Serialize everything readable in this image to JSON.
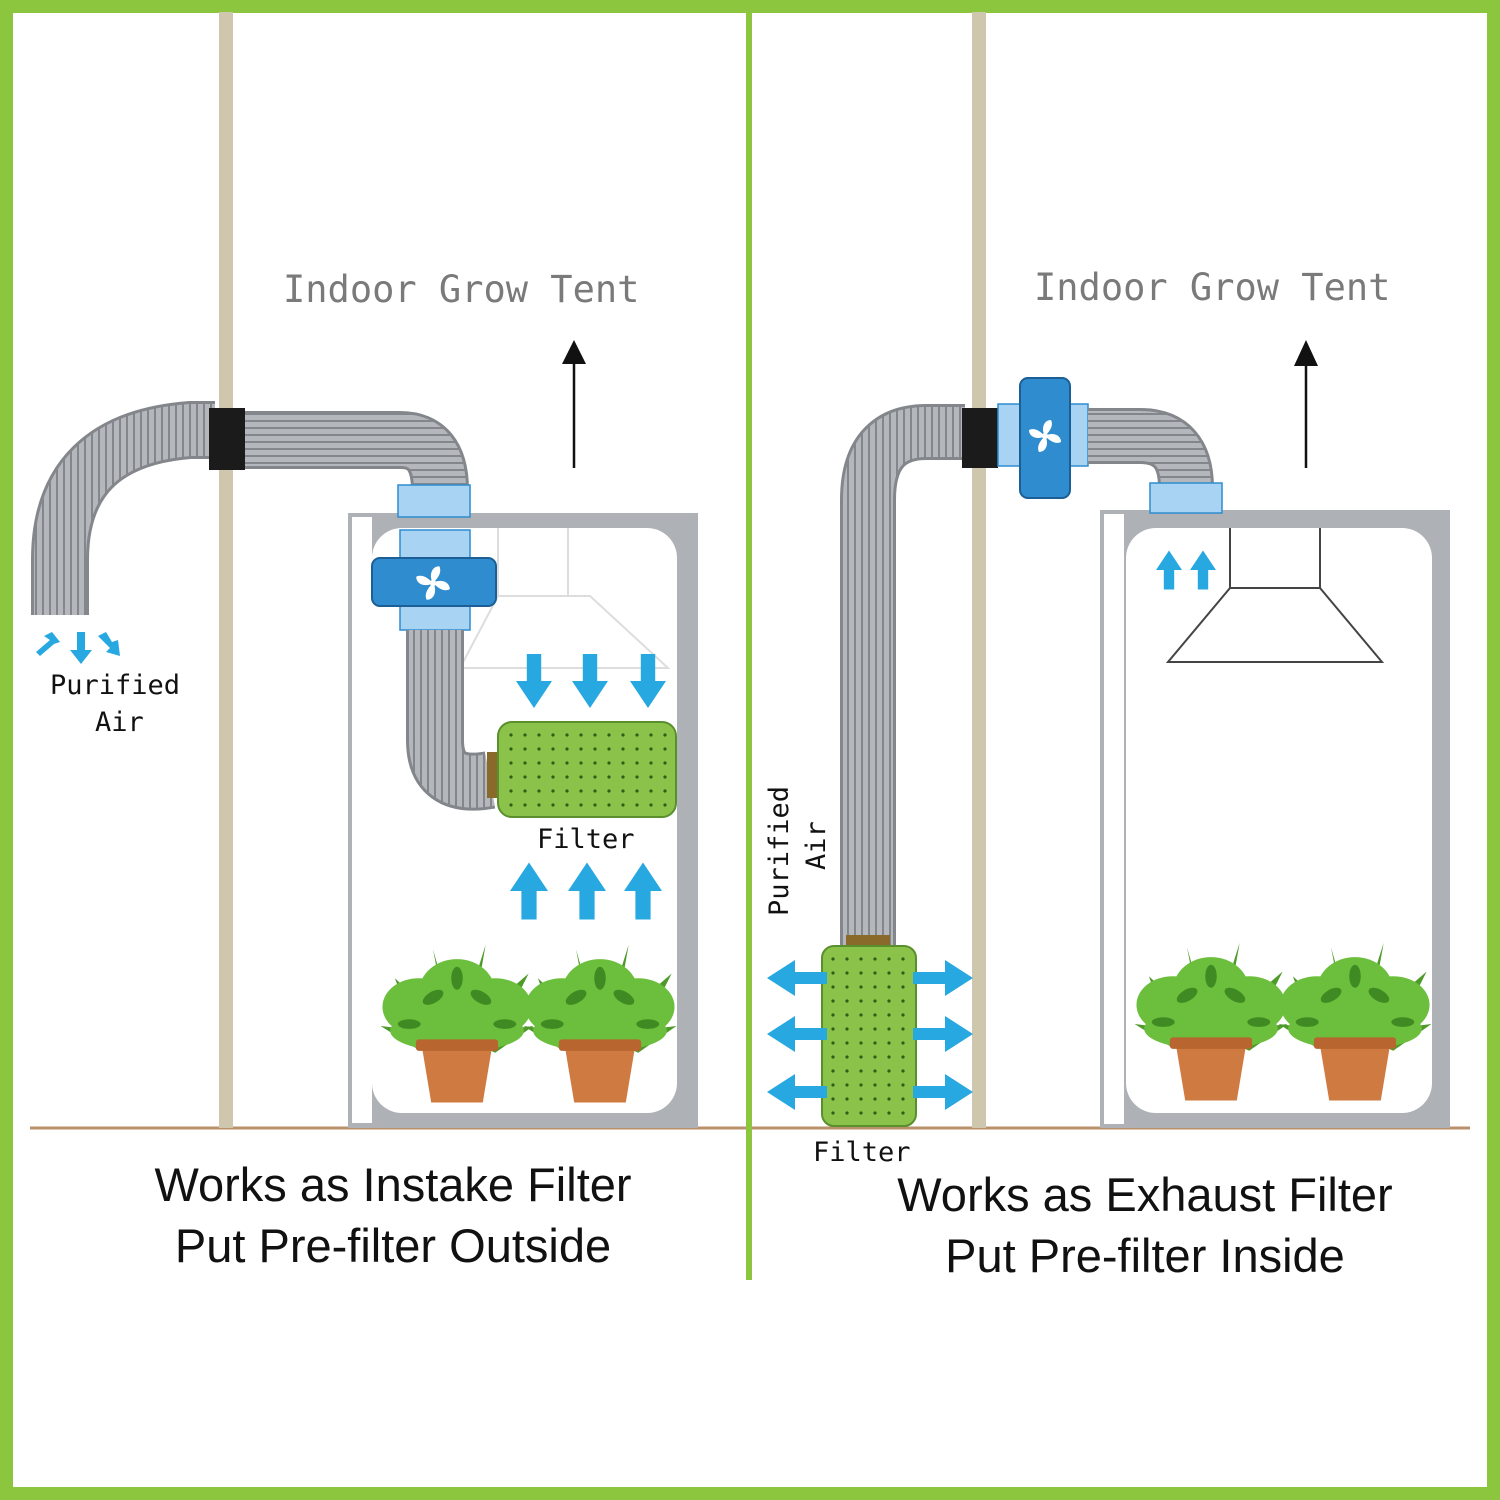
{
  "colors": {
    "border": "#8cc63f",
    "wall": "#cfc6ae",
    "floor": "#b8906a",
    "tent_frame": "#aeb1b6",
    "duct": "#9fa3a8",
    "fan_blue": "#2e8ccf",
    "collar_blue": "#a9d3f2",
    "arrow_blue": "#27a8e0",
    "filter_green": "#8bc34a",
    "pot": "#cf7a40",
    "leaf": "#5aa331",
    "label_gray": "#7a7a7a",
    "text": "#111111"
  },
  "left_panel": {
    "tent_label": "Indoor Grow Tent",
    "outlet_label_line1": "Purified",
    "outlet_label_line2": "Air",
    "filter_label": "Filter",
    "caption_line1": "Works as Instake Filter",
    "caption_line2": "Put Pre-filter Outside"
  },
  "right_panel": {
    "tent_label": "Indoor Grow Tent",
    "outlet_label_line1": "Purified",
    "outlet_label_line2": "Air",
    "filter_label": "Filter",
    "caption_line1": "Works as Exhaust Filter",
    "caption_line2": "Put Pre-filter Inside"
  },
  "icons": {
    "fan": "fan-icon",
    "airflow_arrow": "arrow-icon",
    "plant": "plant-icon",
    "up_arrow": "up-arrow-icon"
  }
}
